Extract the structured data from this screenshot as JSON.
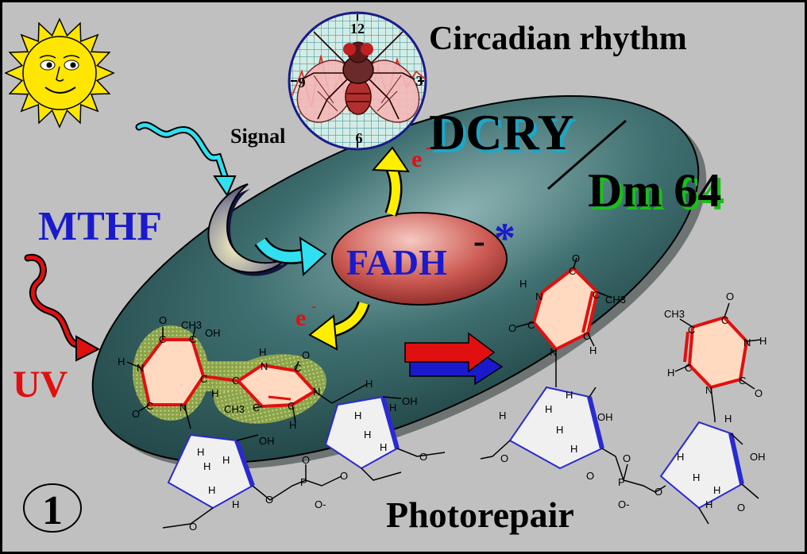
{
  "title": "Circadian rhythm",
  "labels": {
    "dcry": "DCRY",
    "dm64": "Dm 64",
    "mthf": "MTHF",
    "uv": "UV",
    "fadh": "FADH",
    "fadh_sup": "-",
    "star": "*",
    "signal": "Signal",
    "electron": "e",
    "electron_sup": "-",
    "photorepair": "Photorepair",
    "slide_number": "1"
  },
  "clock": {
    "twelve": "12",
    "three": "3",
    "six": "6",
    "nine": "9"
  },
  "chem": {
    "O": "O",
    "H": "H",
    "N": "N",
    "C": "C",
    "P": "P",
    "OH": "OH",
    "CH3": "CH3",
    "O_minus": "O-"
  },
  "colors": {
    "background": "#c0c0c0",
    "ellipse": "#2e5a5a",
    "fadh_fill": "#c04040",
    "mthf_text": "#1a1acc",
    "uv_text": "#e01010",
    "dm64_shadow": "#16c016",
    "dcry_shadow": "#16a0c0",
    "ring_fill": "#ffd9c0",
    "ring_bond": "#e01010",
    "sugar_edge": "#2a2ad0",
    "sun": "#ffe600",
    "arrow_yellow": "#ffee00",
    "arrow_cyan": "#30e0f0"
  }
}
